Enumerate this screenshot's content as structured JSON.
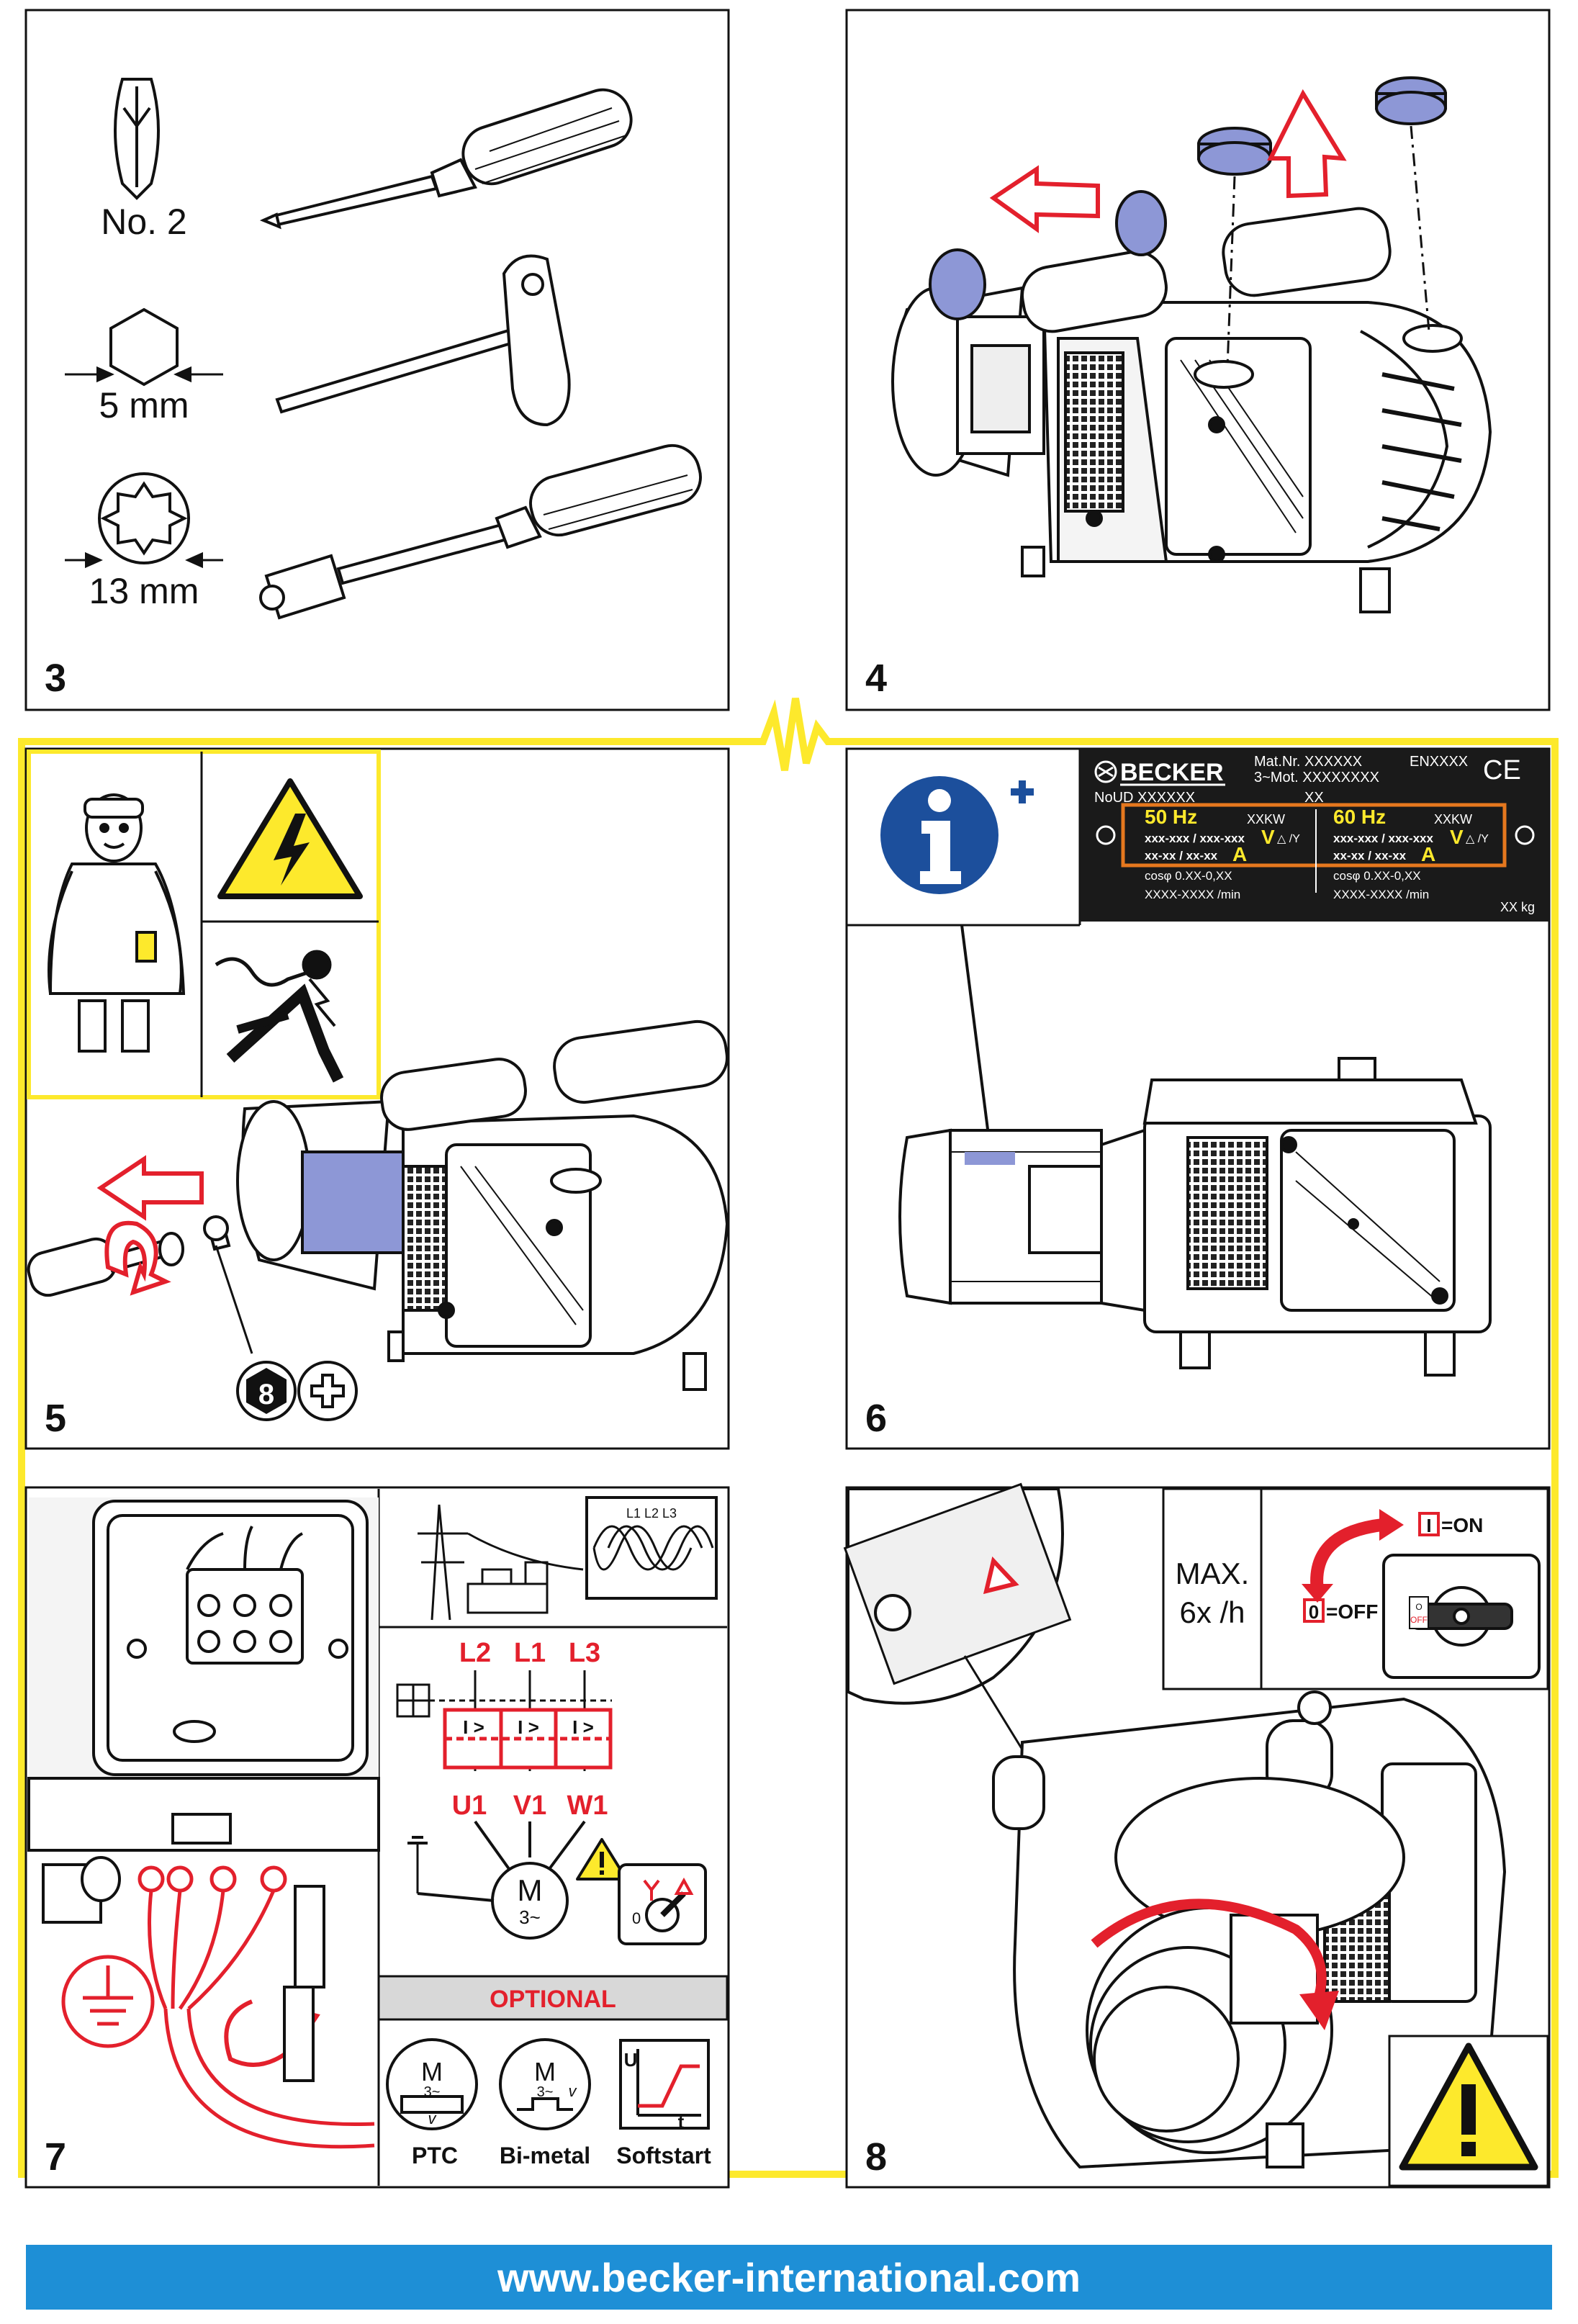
{
  "colors": {
    "accent_red": "#e3202c",
    "warning_yellow": "#fde92c",
    "info_blue": "#1c4f9c",
    "part_blue": "#8d97d6",
    "footer_blue": "#1e8fd6",
    "label_orange": "#e6781e"
  },
  "panel_numbers": [
    "3",
    "4",
    "5",
    "6",
    "7",
    "8"
  ],
  "tools": {
    "screwdriver_size": "No. 2",
    "hex_key_size": "5 mm",
    "socket_size": "13 mm"
  },
  "screw_badge": "8",
  "nameplate": {
    "brand": "BECKER",
    "mat_nr": "Mat.Nr. XXXXXX",
    "mot": "3~Mot. XXXXXXXX",
    "standard": "ENXXXX",
    "no_ud": "NoUD XXXXXX",
    "xx": "XX",
    "ce": "CE",
    "freq_50": "50 Hz",
    "freq_60": "60 Hz",
    "power_50": "XXKW",
    "power_60": "XXKW",
    "voltage_50": "xxx-xxx / xxx-xxx",
    "voltage_60": "xxx-xxx / xxx-xxx",
    "v_unit": "V",
    "conn": "△ /Y",
    "current_50": "xx-xx / xx-xx",
    "current_60": "xx-xx / xx-xx",
    "a_unit": "A",
    "cos_50": "cosφ 0.XX-0,XX",
    "cos_60": "cosφ 0.XX-0,XX",
    "rpm_50": "XXXX-XXXX /min",
    "rpm_60": "XXXX-XXXX /min",
    "weight": "XX kg"
  },
  "wiring": {
    "grid_label": "L1 L2 L3",
    "phases": [
      "L2",
      "L1",
      "L3"
    ],
    "terminals": [
      "U1",
      "V1",
      "W1"
    ],
    "overcurrent": "I >",
    "motor": "M",
    "motor_sub": "3~",
    "optional": "OPTIONAL",
    "options": [
      "PTC",
      "Bi-metal",
      "Softstart"
    ],
    "softstart_axis_u": "U",
    "softstart_axis_t": "t",
    "switch_zero": "0",
    "thermal_symbol": "v"
  },
  "startup": {
    "max_label": "MAX.",
    "rate_label": "6x /h",
    "on_symbol": "I",
    "on_label": "=ON",
    "off_symbol": "0",
    "off_label": "=OFF",
    "switch_on": "I",
    "switch_on_text": "O",
    "switch_off_text": "OFF"
  },
  "footer_url": "www.becker-international.com"
}
